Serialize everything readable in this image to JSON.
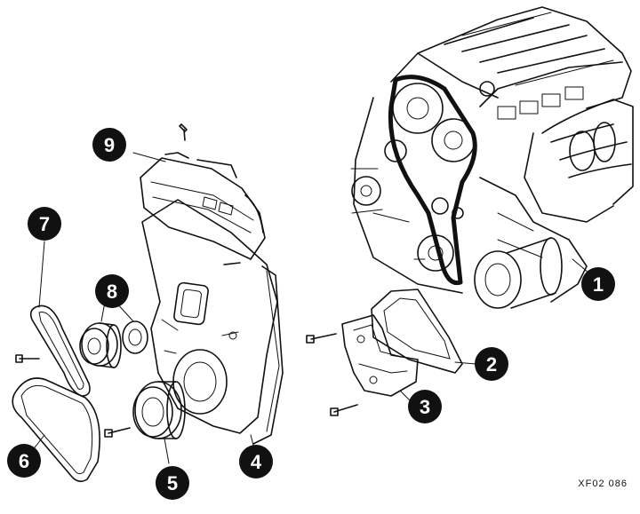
{
  "callouts": [
    {
      "label": "1"
    },
    {
      "label": "2"
    },
    {
      "label": "3"
    },
    {
      "label": "4"
    },
    {
      "label": "5"
    },
    {
      "label": "6"
    },
    {
      "label": "7"
    },
    {
      "label": "8"
    },
    {
      "label": "9"
    }
  ],
  "reference_code": "XF02 086",
  "colors": {
    "ink": "#111111",
    "paper": "#ffffff"
  }
}
